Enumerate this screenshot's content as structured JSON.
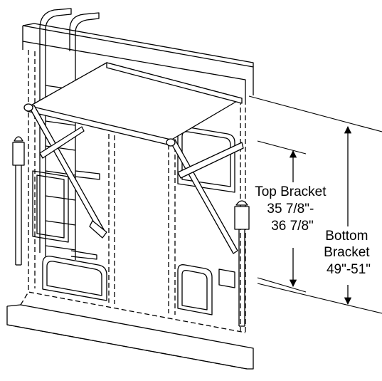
{
  "figure": {
    "line_color": "#000000",
    "background_color": "#ffffff"
  },
  "labels": {
    "top_bracket": {
      "lines": [
        "Top Bracket",
        "35 7/8\"-",
        "36 7/8\""
      ]
    },
    "bottom_bracket": {
      "lines": [
        "Bottom",
        "Bracket",
        "49\"-51\""
      ]
    }
  }
}
